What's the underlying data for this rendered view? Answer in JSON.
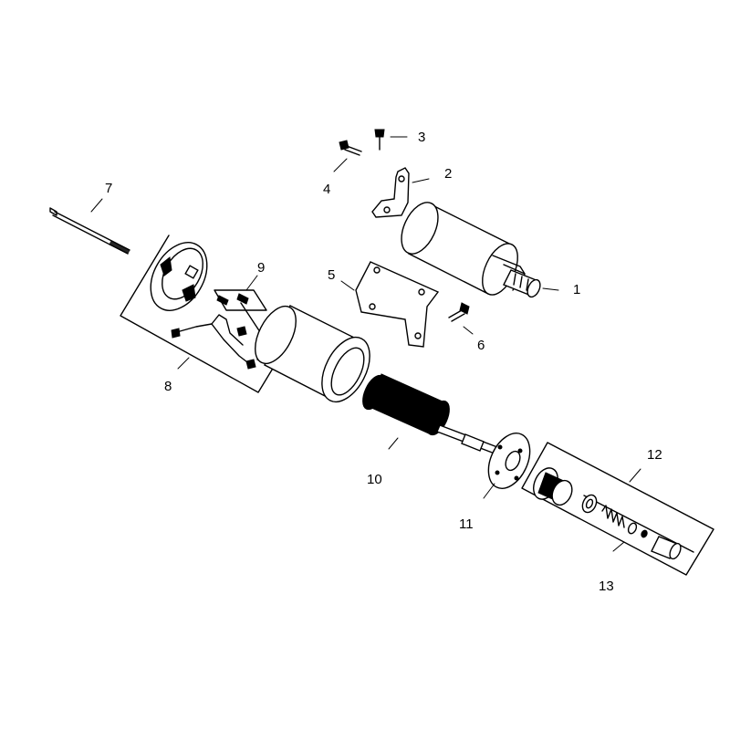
{
  "labels": [
    "1",
    "2",
    "3",
    "4",
    "5",
    "6",
    "7",
    "8",
    "9",
    "10",
    "11",
    "12",
    "13"
  ],
  "colors": {
    "ink": "#000000",
    "paper": "#ffffff"
  }
}
